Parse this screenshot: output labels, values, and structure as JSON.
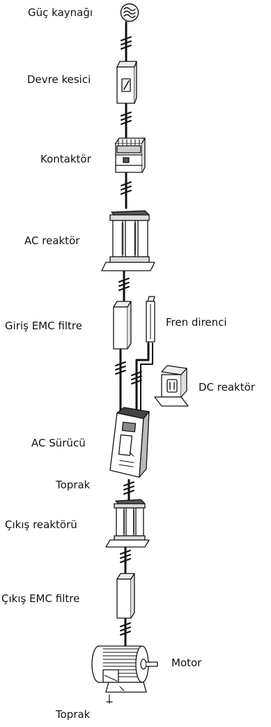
{
  "labels": {
    "power_supply": "Güç kaynağı",
    "circuit_breaker": "Devre kesici",
    "contactor": "Kontaktör",
    "ac_reactor": "AC reaktör",
    "input_emc_filter": "Giriş EMC filtre",
    "brake_resistor": "Fren direnci",
    "dc_reactor": "DC reaktör",
    "ac_drive": "AC Sürücü",
    "ground_top": "Toprak",
    "output_reactor": "Çıkış reaktörü",
    "output_emc_filter": "Çıkış EMC filtre",
    "motor": "Motor",
    "ground_bottom": "Toprak"
  },
  "colors": {
    "line": "#111111",
    "fill": "#ffffff",
    "shade": "#d9d9d9",
    "dark": "#555555"
  }
}
